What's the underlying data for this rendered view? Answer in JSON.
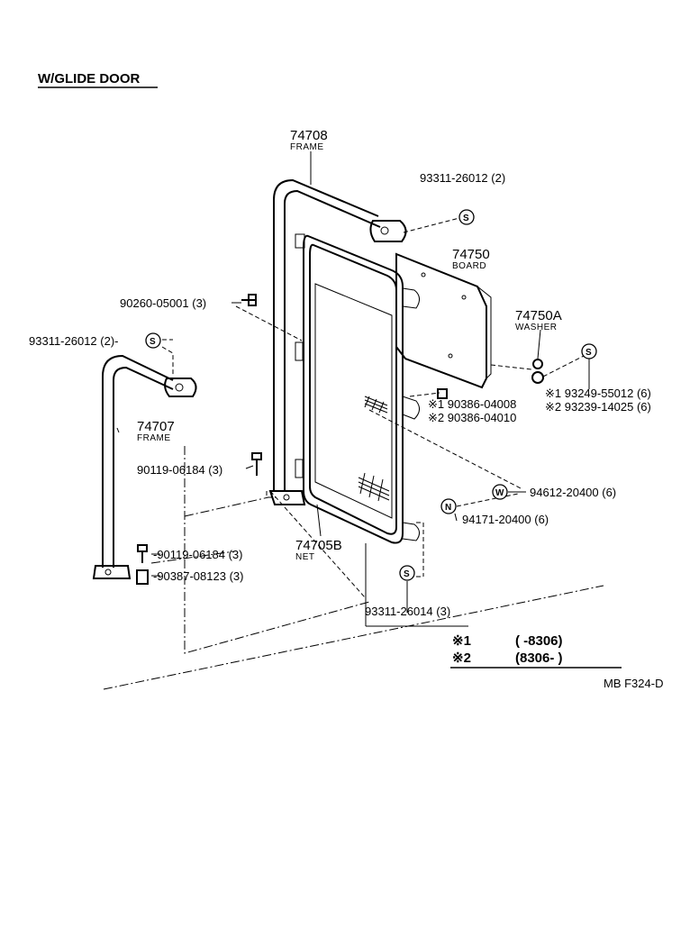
{
  "title": "W/GLIDE DOOR",
  "diagram_code": "MB F324-D",
  "parts": {
    "frame_74708": {
      "number": "74708",
      "name": "FRAME"
    },
    "board_74750": {
      "number": "74750",
      "name": "BOARD"
    },
    "washer_74750a": {
      "number": "74750A",
      "name": "WASHER"
    },
    "frame_74707": {
      "number": "74707",
      "name": "FRAME"
    },
    "net_74705b": {
      "number": "74705B",
      "name": "NET"
    }
  },
  "callouts": {
    "c93311_26012_top": "93311-26012 (2)",
    "c93311_26012_left": "93311-26012 (2)-",
    "c90260_05001": "90260-05001 (3)",
    "c90119_06184_a": "90119-06184 (3)",
    "c90119_06184_b": "-90119-06184 (3)",
    "c90387_08123": "-90387-08123 (3)",
    "c90386_04008": "※1 90386-04008",
    "c90386_04010": "※2 90386-04010",
    "c93249_55012": "※1 93249-55012 (6)",
    "c93239_14025": "※2 93239-14025 (6)",
    "c94612_20400": "94612-20400 (6)",
    "c94171_20400": "94171-20400 (6)",
    "c93311_26014": "93311-26014 (3)"
  },
  "symbols": {
    "s": "S",
    "w": "W",
    "n": "N"
  },
  "notes": [
    {
      "mark": "※1",
      "range": "(      -8306)"
    },
    {
      "mark": "※2",
      "range": "(8306-      )"
    }
  ]
}
